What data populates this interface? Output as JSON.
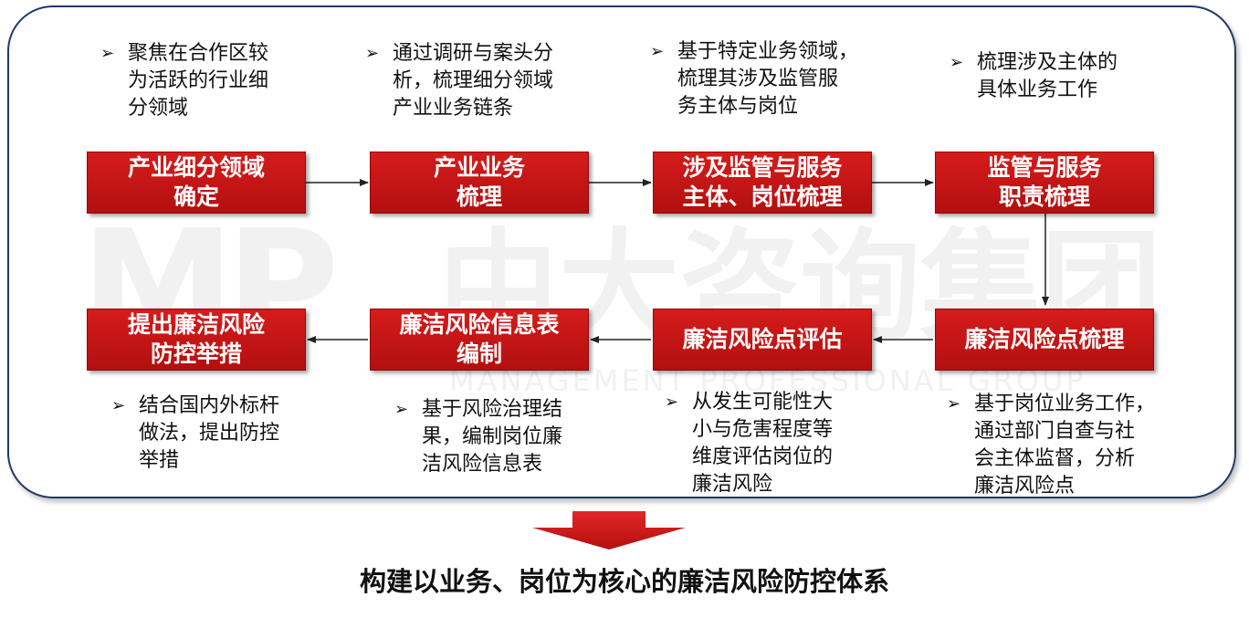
{
  "colors": {
    "box_fill": "#c41414",
    "frame_border": "#1f3a68",
    "arrow": "#222222",
    "bottom_arrow": "#d61c1c"
  },
  "watermark": {
    "letters": "MP",
    "cn": "中大咨询集团",
    "en": "MANAGEMENT PROFESSIONAL GROUP"
  },
  "steps": [
    {
      "line1": "产业细分领域",
      "line2": "确定",
      "desc": "聚焦在合作区较\n为活跃的行业细\n分领域"
    },
    {
      "line1": "产业业务",
      "line2": "梳理",
      "desc": "通过调研与案头分\n析，梳理细分领域\n产业业务链条"
    },
    {
      "line1": "涉及监管与服务",
      "line2": "主体、岗位梳理",
      "desc": "基于特定业务领域，\n梳理其涉及监管服\n务主体与岗位"
    },
    {
      "line1": "监管与服务",
      "line2": "职责梳理",
      "desc": "梳理涉及主体的\n具体业务工作"
    },
    {
      "line1": "廉洁风险点梳理",
      "line2": "",
      "desc": "基于岗位业务工作，\n通过部门自查与社\n会主体监督，分析\n廉洁风险点"
    },
    {
      "line1": "廉洁风险点评估",
      "line2": "",
      "desc": "从发生可能性大\n小与危害程度等\n维度评估岗位的\n廉洁风险"
    },
    {
      "line1": "廉洁风险信息表",
      "line2": "编制",
      "desc": "基于风险治理结\n果，编制岗位廉\n洁风险信息表"
    },
    {
      "line1": "提出廉洁风险",
      "line2": "防控举措",
      "desc": "结合国内外标杆\n做法，提出防控\n举措"
    }
  ],
  "bullet_glyph": "➢",
  "conclusion": "构建以业务、岗位为核心的廉洁风险防控体系"
}
